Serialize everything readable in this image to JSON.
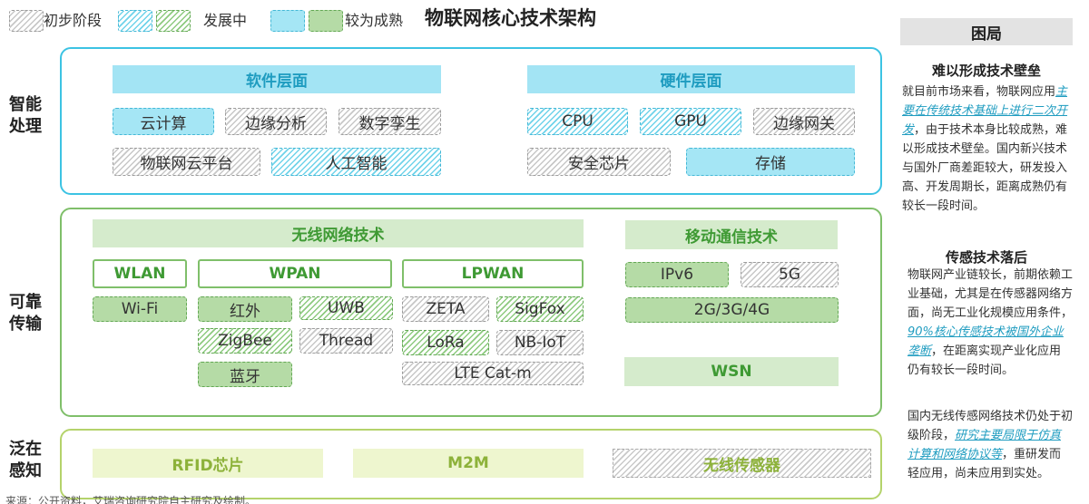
{
  "legend": {
    "early_label": "初步阶段",
    "developing_label": "发展中",
    "mature_label": "较为成熟"
  },
  "title": "物联网核心技术架构",
  "layers": {
    "smart": "智能处理",
    "transport": "可靠传输",
    "sense": "泛在感知"
  },
  "software": {
    "header": "软件层面",
    "items": [
      "云计算",
      "边缘分析",
      "数字孪生",
      "物联网云平台",
      "人工智能"
    ]
  },
  "hardware": {
    "header": "硬件层面",
    "items": [
      "CPU",
      "GPU",
      "边缘网关",
      "安全芯片",
      "存储"
    ]
  },
  "wireless": {
    "header": "无线网络技术",
    "wlan": "WLAN",
    "wpan": "WPAN",
    "lpwan": "LPWAN",
    "wlan_items": [
      "Wi-Fi"
    ],
    "wpan_items": [
      "红外",
      "UWB",
      "ZigBee",
      "Thread",
      "蓝牙"
    ],
    "lpwan_items": [
      "ZETA",
      "SigFox",
      "LoRa",
      "NB-IoT",
      "LTE Cat-m"
    ]
  },
  "mobile": {
    "header": "移动通信技术",
    "items": [
      "IPv6",
      "5G",
      "2G/3G/4G"
    ],
    "wsn": "WSN"
  },
  "sensing": {
    "items": [
      "RFID芯片",
      "M2M",
      "无线传感器"
    ]
  },
  "sidebar": {
    "header": "困局",
    "section1_title": "难以形成技术壁垒",
    "section1_a": "就目前市场来看，物联网应用",
    "section1_hl": "主要在传统技术基础上进行二次开发",
    "section1_b": "，由于技术本身比较成熟，难以形成技术壁垒。国内新兴技术与国外厂商差距较大，研发投入高、开发周期长，距离成熟仍有较长一段时间。",
    "section2_title": "传感技术落后",
    "section2_a": "物联网产业链较长，前期依赖工业基础，尤其是在传感器网络方面，尚无工业化规模应用条件，",
    "section2_hl": "90%核心传感技术被国外企业垄断",
    "section2_b": "，在距离实现产业化应用仍有较长一段时间。",
    "section3_a": "国内无线传感网络技术仍处于初级阶段，",
    "section3_hl": "研究主要局限于仿真计算和网络协议等",
    "section3_b": "，重研发而轻应用，尚未应用到实处。"
  },
  "source": "来源：公开资料，艾瑞咨询研究院自主研究及绘制。"
}
